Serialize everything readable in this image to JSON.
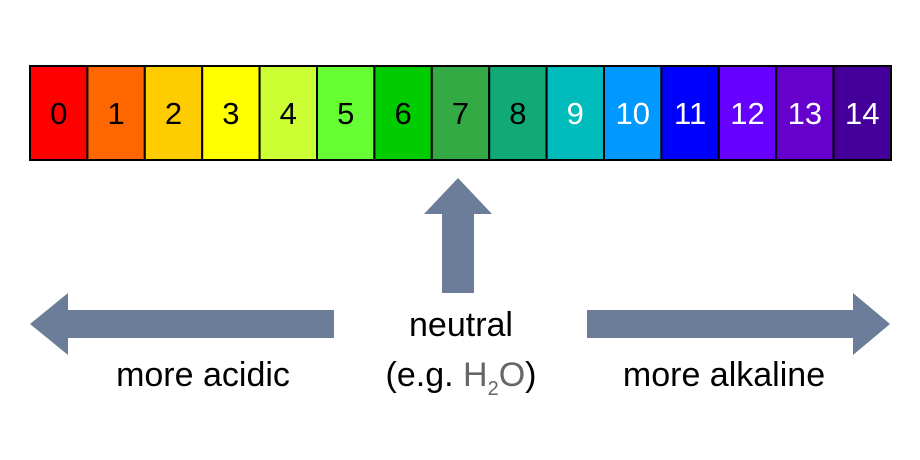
{
  "scale": [
    {
      "value": "0",
      "color": "#ff0000",
      "text_color": "#000000"
    },
    {
      "value": "1",
      "color": "#ff6600",
      "text_color": "#000000"
    },
    {
      "value": "2",
      "color": "#ffcc00",
      "text_color": "#000000"
    },
    {
      "value": "3",
      "color": "#ffff00",
      "text_color": "#000000"
    },
    {
      "value": "4",
      "color": "#ccff33",
      "text_color": "#000000"
    },
    {
      "value": "5",
      "color": "#66ff33",
      "text_color": "#000000"
    },
    {
      "value": "6",
      "color": "#00cc00",
      "text_color": "#000000"
    },
    {
      "value": "7",
      "color": "#33aa44",
      "text_color": "#000000"
    },
    {
      "value": "8",
      "color": "#11aa77",
      "text_color": "#000000"
    },
    {
      "value": "9",
      "color": "#00bbbb",
      "text_color": "#ffffff"
    },
    {
      "value": "10",
      "color": "#0099ff",
      "text_color": "#ffffff"
    },
    {
      "value": "11",
      "color": "#0000ff",
      "text_color": "#ffffff"
    },
    {
      "value": "12",
      "color": "#6600ff",
      "text_color": "#ffffff"
    },
    {
      "value": "13",
      "color": "#6600cc",
      "text_color": "#ffffff"
    },
    {
      "value": "14",
      "color": "#440099",
      "text_color": "#ffffff"
    }
  ],
  "arrow_color": "#6b7d99",
  "labels": {
    "acidic": "more acidic",
    "neutral": "neutral",
    "example_open": "(e.g. ",
    "example_h": "H",
    "example_sub": "2",
    "example_o": "O",
    "example_close": ")",
    "alkaline": "more alkaline"
  },
  "formula_color": "#666666"
}
